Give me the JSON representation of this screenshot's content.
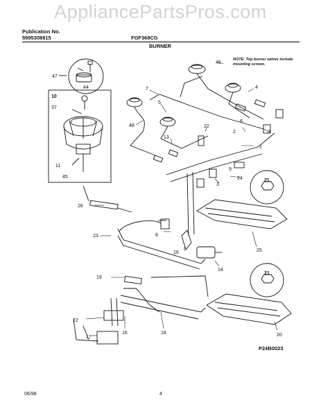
{
  "watermark": "AppliancePartsPros.com",
  "header": {
    "publication_label": "Publication No.",
    "publication_number": "5995308815",
    "model": "FGF368CG",
    "section_title": "BURNER"
  },
  "note": "NOTE: Top burner valves include mounting screws.",
  "diagram_code": "P24B0023",
  "footer": {
    "date": "06/98",
    "page": "4"
  },
  "callouts": [
    "47",
    "44",
    "10",
    "37",
    "11",
    "45",
    "46",
    "7",
    "5",
    "48",
    "13",
    "22",
    "2",
    "3",
    "1",
    "4",
    "6",
    "9",
    "21",
    "24",
    "3",
    "26",
    "23",
    "8",
    "16",
    "25",
    "14",
    "19",
    "21",
    "20",
    "22",
    "17",
    "16",
    "18"
  ]
}
